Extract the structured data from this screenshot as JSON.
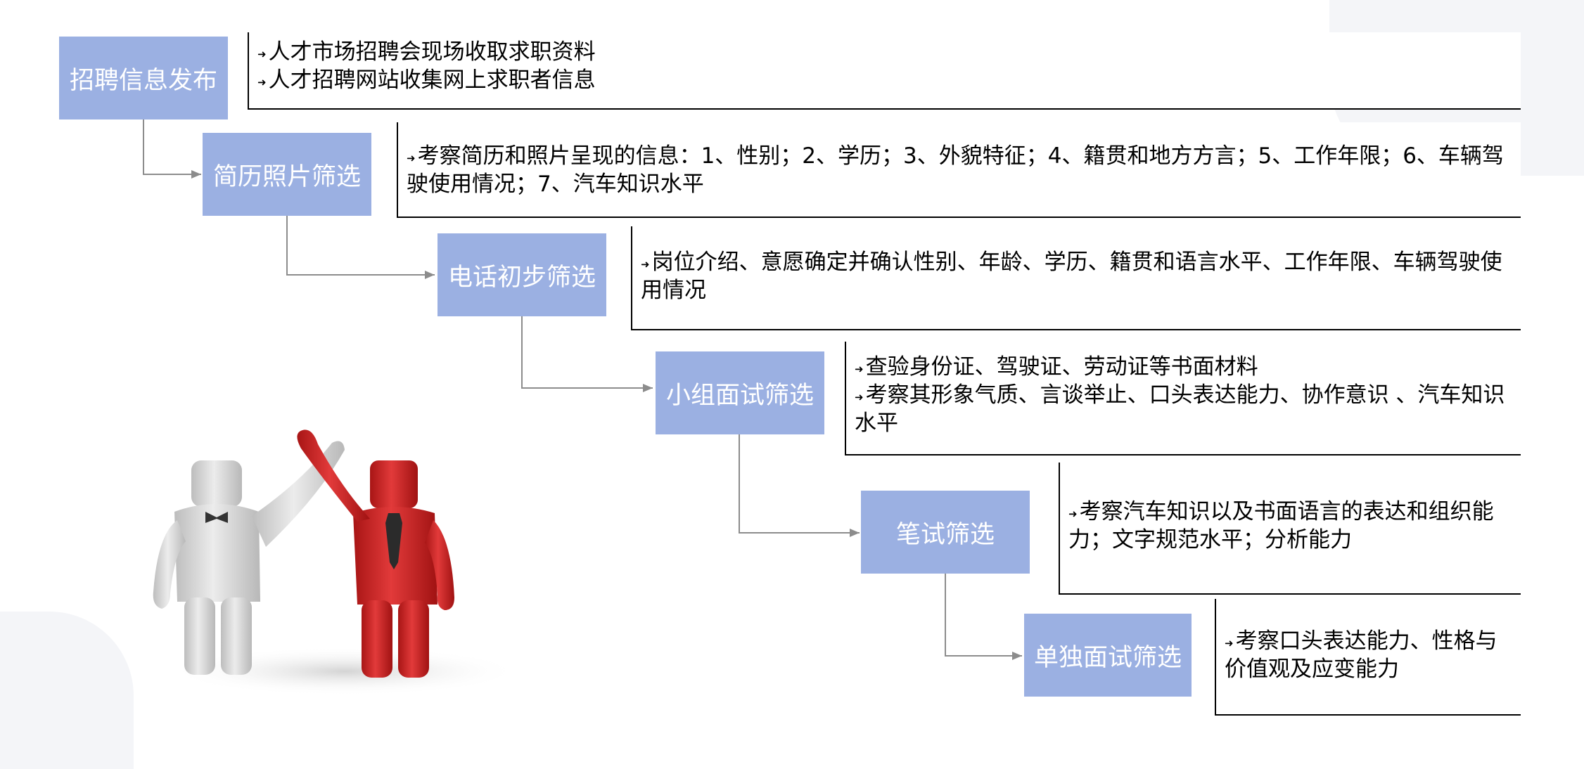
{
  "steps": [
    {
      "label": "招聘信息发布",
      "bullets": [
        "人才市场招聘会现场收取求职资料",
        "人才招聘网站收集网上求职者信息"
      ]
    },
    {
      "label": "简历照片筛选",
      "bullets": [
        "考察简历和照片呈现的信息：1、性别；2、学历；3、外貌特征；4、籍贯和地方方言；5、工作年限；6、车辆驾驶使用情况；7、汽车知识水平"
      ]
    },
    {
      "label": "电话初步筛选",
      "bullets": [
        "岗位介绍、意愿确定并确认性别、年龄、学历、籍贯和语言水平、工作年限、车辆驾驶使用情况"
      ]
    },
    {
      "label": "小组面试筛选",
      "bullets": [
        "查验身份证、驾驶证、劳动证等书面材料",
        "考察其形象气质、言谈举止、口头表达能力、协作意识 、汽车知识水平"
      ]
    },
    {
      "label": "笔试筛选",
      "bullets": [
        "考察汽车知识以及书面语言的表达和组织能力；文字规范水平；分析能力"
      ]
    },
    {
      "label": "单独面试筛选",
      "bullets": [
        "考察口头表达能力、性格与价值观及应变能力"
      ]
    }
  ],
  "bullet_icon": "arrow-down-bullet-icon",
  "colors": {
    "step_box": "#9bb0e2",
    "step_text": "#ffffff",
    "connector": "#8c8c8c",
    "figure_left": "#d4d4d4",
    "figure_right": "#d62a2a"
  },
  "illustration": "two-figures-high-five"
}
